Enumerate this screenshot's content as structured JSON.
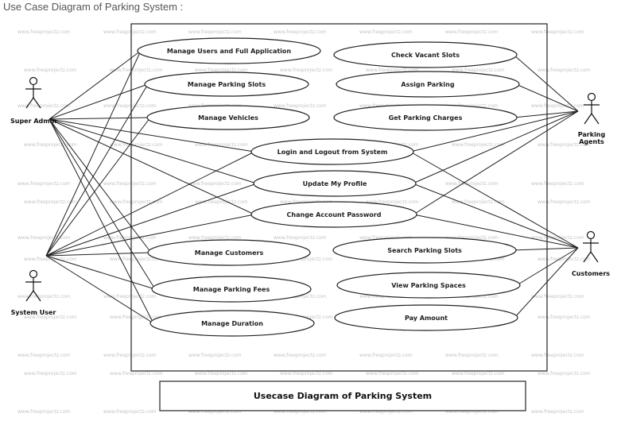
{
  "page_title": "Use Case Diagram of Parking System :",
  "watermark": "www.freeprojectz.com",
  "caption": "Usecase Diagram of Parking System",
  "actors": [
    {
      "id": "super_admin",
      "label": "Super Admin"
    },
    {
      "id": "parking_agents",
      "label": "Parking\nAgents"
    },
    {
      "id": "system_user",
      "label": "System User"
    },
    {
      "id": "customers",
      "label": "Customers"
    }
  ],
  "use_cases": [
    {
      "id": "manage_users",
      "label": "Manage Users and Full Application"
    },
    {
      "id": "manage_slots",
      "label": "Manage Parking Slots"
    },
    {
      "id": "manage_vehicles",
      "label": "Manage Vehicles"
    },
    {
      "id": "check_vacant",
      "label": "Check Vacant Slots"
    },
    {
      "id": "assign_parking",
      "label": "Assign Parking"
    },
    {
      "id": "get_charges",
      "label": "Get Parking Charges"
    },
    {
      "id": "login_logout",
      "label": "Login and Logout from System"
    },
    {
      "id": "update_profile",
      "label": "Update My Profile"
    },
    {
      "id": "change_password",
      "label": "Change Account Password"
    },
    {
      "id": "manage_customers",
      "label": "Manage Customers"
    },
    {
      "id": "search_slots",
      "label": "Search Parking Slots"
    },
    {
      "id": "manage_fees",
      "label": "Manage Parking Fees"
    },
    {
      "id": "view_spaces",
      "label": "View Parking Spaces"
    },
    {
      "id": "manage_duration",
      "label": "Manage Duration"
    },
    {
      "id": "pay_amount",
      "label": "Pay Amount"
    }
  ],
  "associations": [
    [
      "super_admin",
      "manage_users"
    ],
    [
      "super_admin",
      "manage_slots"
    ],
    [
      "super_admin",
      "manage_vehicles"
    ],
    [
      "super_admin",
      "login_logout"
    ],
    [
      "super_admin",
      "update_profile"
    ],
    [
      "super_admin",
      "change_password"
    ],
    [
      "super_admin",
      "manage_customers"
    ],
    [
      "super_admin",
      "manage_fees"
    ],
    [
      "super_admin",
      "manage_duration"
    ],
    [
      "system_user",
      "manage_users"
    ],
    [
      "system_user",
      "manage_slots"
    ],
    [
      "system_user",
      "manage_vehicles"
    ],
    [
      "system_user",
      "login_logout"
    ],
    [
      "system_user",
      "update_profile"
    ],
    [
      "system_user",
      "change_password"
    ],
    [
      "system_user",
      "manage_customers"
    ],
    [
      "system_user",
      "manage_fees"
    ],
    [
      "system_user",
      "manage_duration"
    ],
    [
      "parking_agents",
      "check_vacant"
    ],
    [
      "parking_agents",
      "assign_parking"
    ],
    [
      "parking_agents",
      "get_charges"
    ],
    [
      "parking_agents",
      "login_logout"
    ],
    [
      "parking_agents",
      "update_profile"
    ],
    [
      "parking_agents",
      "change_password"
    ],
    [
      "customers",
      "login_logout"
    ],
    [
      "customers",
      "update_profile"
    ],
    [
      "customers",
      "change_password"
    ],
    [
      "customers",
      "search_slots"
    ],
    [
      "customers",
      "view_spaces"
    ],
    [
      "customers",
      "pay_amount"
    ]
  ]
}
